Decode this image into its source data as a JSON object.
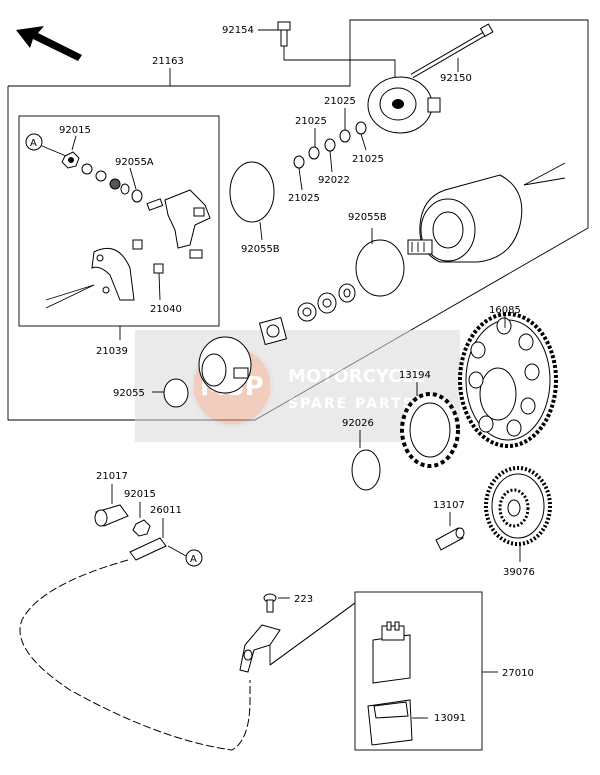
{
  "diagram": {
    "callout_ref": "A",
    "labels": {
      "p92154": "92154",
      "p21163": "21163",
      "p92150": "92150",
      "p21025a": "21025",
      "p21025b": "21025",
      "p21025c": "21025",
      "p21025d": "21025",
      "p92022": "92022",
      "p92015a": "92015",
      "p92055A": "92055A",
      "p92055Ba": "92055B",
      "p92055Bb": "92055B",
      "p21040": "21040",
      "p21039": "21039",
      "p16085": "16085",
      "p13194": "13194",
      "p92055": "92055",
      "p92026": "92026",
      "p21017": "21017",
      "p92015b": "92015",
      "p26011": "26011",
      "p13107": "13107",
      "p39076": "39076",
      "p223": "223",
      "p27010": "27010",
      "p13091": "13091"
    },
    "watermark": {
      "brand_line1": "MOTORCYCLE",
      "brand_line2": "SPARE PARTS",
      "logo_text": "MSP"
    }
  }
}
